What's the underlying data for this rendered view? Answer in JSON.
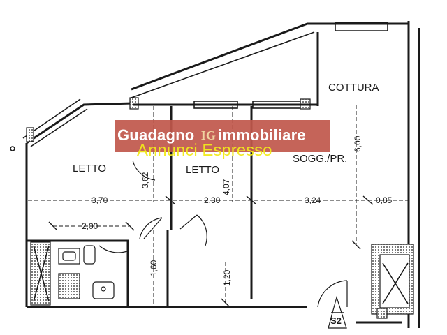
{
  "rooms": {
    "cottura": "COTTURA",
    "letto_left": "LETTO",
    "letto_mid": "LETTO",
    "soggiorno": "SOGG./PR."
  },
  "dimensions": {
    "w_letto_left": "3,70",
    "w_letto_mid": "2,30",
    "w_soggiorno": "3,24",
    "w_closet": "0,85",
    "w_bath": "2,00",
    "h_letto_left": "3,62",
    "h_letto_mid": "4,07",
    "h_soggiorno": "6,00",
    "h_hall": "1,60",
    "h_door": "1,20"
  },
  "stair_badge": "S2",
  "watermark": {
    "title_left": "Guadagno",
    "logo": "IG",
    "title_right": "immobiliare",
    "subtitle": "Annunci Espresso",
    "box_color": "#c0574b",
    "subtitle_color": "#f2ea1a"
  }
}
